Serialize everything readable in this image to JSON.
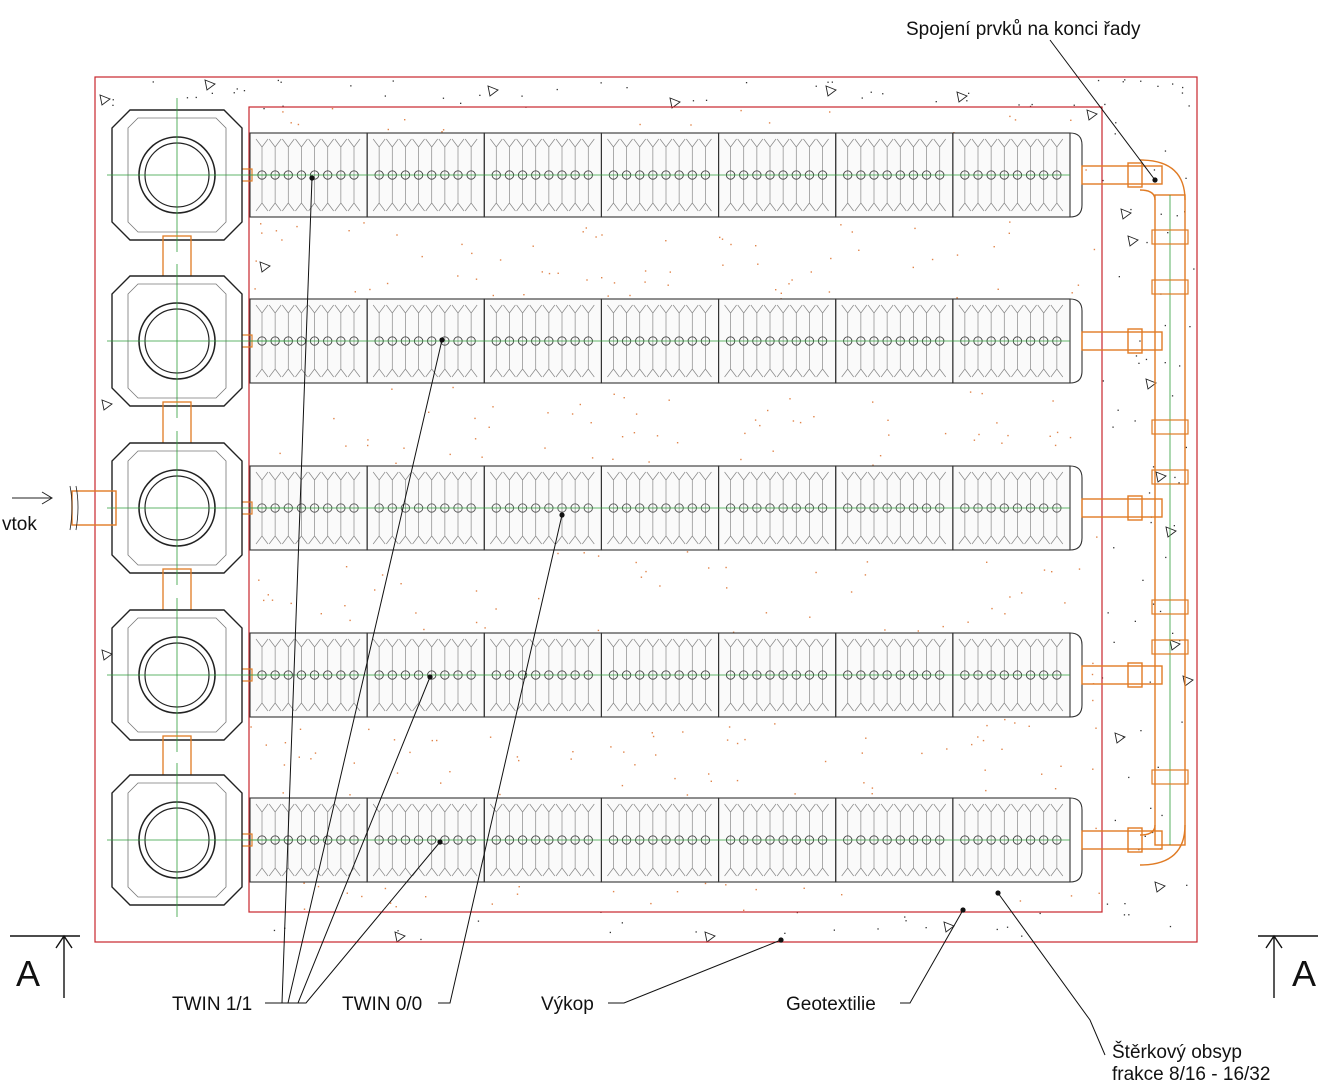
{
  "labels": {
    "end_joint": "Spojení prvků na konci řady",
    "inflow": "vtok",
    "twin11": "TWIN 1/1",
    "twin00": "TWIN 0/0",
    "excavation": "Výkop",
    "geotextile": "Geotextilie",
    "gravel_line1": "Štěrkový obsyp",
    "gravel_line2": "frakce 8/16 - 16/32",
    "section_left": "A",
    "section_right": "A"
  },
  "layout_info": {
    "shafts": 5,
    "rows": 5,
    "modules_per_row": 7
  },
  "colors": {
    "excavation_line": "#c8262c",
    "pipe": "#e07b24",
    "axis": "#2e9e3a",
    "module": "#555555",
    "gravel_dot": "#e0844a"
  }
}
